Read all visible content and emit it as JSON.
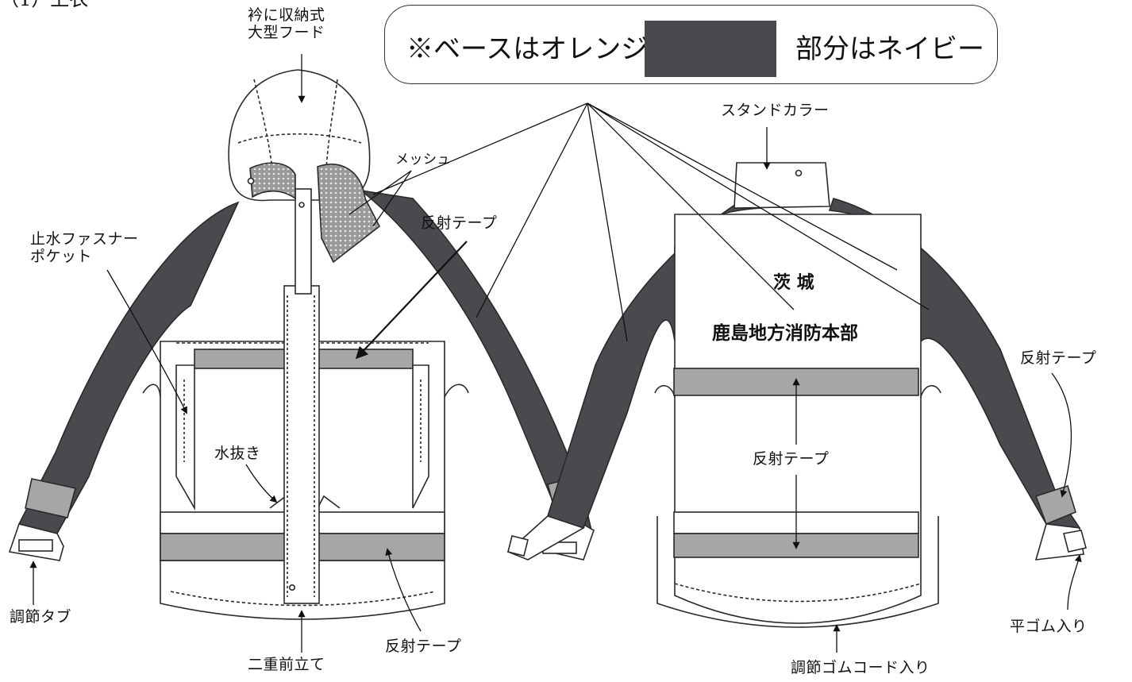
{
  "colors": {
    "navy": "#4a4a4e",
    "reflective": "#a6a6a6",
    "line": "#2a2a2a",
    "body": "#ffffff"
  },
  "header_partial": "（1）上衣",
  "legend": {
    "left_text": "※ベースはオレンジ、",
    "right_text": "部分はネイビー"
  },
  "labels": {
    "hood": "衿に収納式\n大型フード",
    "mesh": "メッシュ",
    "stand_collar": "スタンドカラー",
    "waterproof_pocket": "止水ファスナー\nポケット",
    "reflective_tape_chest": "反射テープ",
    "reflective_tape_back": "反射テープ",
    "reflective_tape_hem": "反射テープ",
    "reflective_tape_cuff": "反射テープ",
    "drain": "水抜き",
    "adjust_tab": "調節タブ",
    "double_placket": "二重前立て",
    "elastic_cord": "調節ゴムコード入り",
    "flat_elastic": "平ゴム入り"
  },
  "back_print": {
    "line1": "茨 城",
    "line2": "鹿島地方消防本部"
  }
}
